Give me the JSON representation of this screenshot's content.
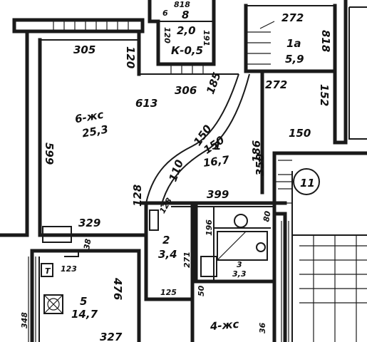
{
  "rooms": {
    "r1": {
      "number": "1",
      "area": "16,7"
    },
    "r2": {
      "number": "2",
      "area": "3,4"
    },
    "r3": {
      "number": "3",
      "area": "3,3"
    },
    "r4": {
      "name": "4-жс"
    },
    "r5": {
      "number": "5",
      "area": "14,7"
    },
    "r6": {
      "name": "6-жс",
      "area": "25,3"
    },
    "r8": {
      "number": "8",
      "area": "2,0"
    },
    "r1a": {
      "number": "1а",
      "area": "5,9"
    },
    "balcony": {
      "name": "К-0,5"
    }
  },
  "circle_label": "11",
  "stamp": "Т",
  "dims": {
    "d_818_top": "818",
    "d_6": "6",
    "d_191": "191",
    "d_120_upper": "120",
    "d_272": "272",
    "d_818_right": "818",
    "d_305": "305",
    "d_120_left": "120",
    "d_306": "306",
    "d_185": "185",
    "d_272b": "272",
    "d_152": "152",
    "d_613": "613",
    "d_599": "599",
    "d_150a": "150",
    "d_150b": "150",
    "d_150c": "150",
    "d_186": "186",
    "d_110": "110",
    "d_350": "350",
    "d_399": "399",
    "d_128": "128",
    "d_128b": "128",
    "d_329": "329",
    "d_80": "80",
    "d_38": "38",
    "d_196": "196",
    "d_271": "271",
    "d_123": "123",
    "d_476": "476",
    "d_125": "125",
    "d_50": "50",
    "d_348": "348",
    "d_327": "327",
    "d_36": "36"
  }
}
